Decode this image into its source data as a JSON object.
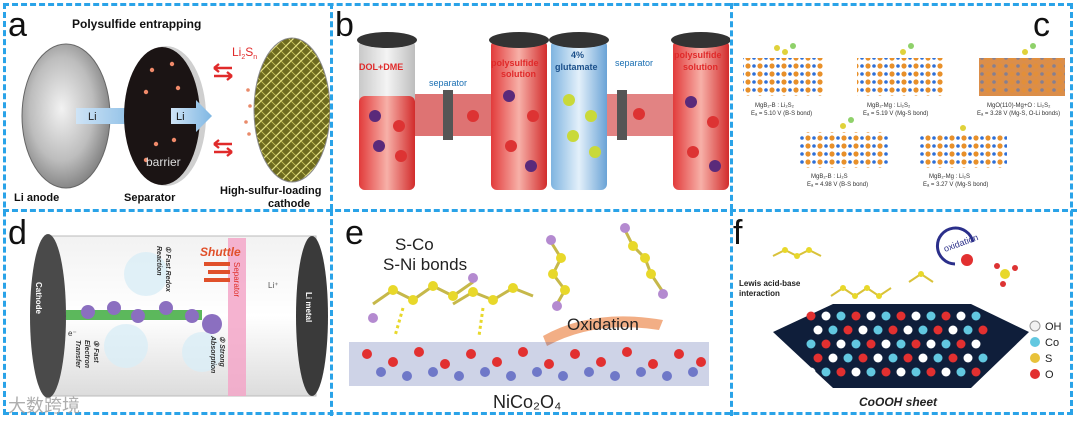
{
  "panels": {
    "a": {
      "label": "a",
      "title": "Polysulfide entrapping",
      "li_anode": "Li anode",
      "separator": "Separator",
      "cathode": "High-sulfur-loading cathode",
      "cathode_line1": "High-sulfur-loading",
      "cathode_line2": "cathode",
      "li_ion": "Li",
      "barrier": "barrier",
      "lisn": "Li",
      "lisn_sub1": "2",
      "lisn_sub2": "n",
      "lisn_s": "S"
    },
    "b": {
      "label": "b",
      "tube1": "DOL+DME",
      "sep1": "separator",
      "tube2_line1": "polysulfide",
      "tube2_line2": "solution",
      "tube3_line1": "4%",
      "tube3_line2": "glutamate",
      "sep2": "separator",
      "tube4_line1": "polysulfide",
      "tube4_line2": "solution"
    },
    "c": {
      "label": "c",
      "s1_name": "MgB₂-B : Li₂S₂",
      "s1_e": "Eₐ = 5.10 V (B-S bond)",
      "s2_name": "MgB₂-Mg : Li₂S₂",
      "s2_e": "Eₐ = 5.19 V (Mg-S bond)",
      "s3_name": "MgO(110)-Mg+O : Li₂S₂",
      "s3_e": "Eₐ = 3.28 V (Mg-S, O-Li bonds)",
      "s4_name": "MgB₂-B : Li₂S",
      "s4_e": "Eₐ = 4.98 V (B-S bond)",
      "s5_name": "MgB₂-Mg : Li₂S",
      "s5_e": "Eₐ = 3.27 V (Mg-S bond)"
    },
    "d": {
      "label": "d",
      "cathode": "Cathode",
      "li_metal": "Li metal",
      "separator": "Separator",
      "shuttle": "Shuttle",
      "fast_redox_1": "① Fast Redox",
      "fast_redox_2": "Reaction",
      "strong_abs_1": "② Strong",
      "strong_abs_2": "Absorption",
      "fast_et_1": "③ Fast",
      "fast_et_2": "Electron",
      "fast_et_3": "Transfer",
      "li_plus": "Li⁺",
      "e_minus": "e⁻"
    },
    "e": {
      "label": "e",
      "bonds_line1": "S-Co",
      "bonds_line2": "S-Ni bonds",
      "oxidation": "Oxidation",
      "substrate": "NiCo₂O₄"
    },
    "f": {
      "label": "f",
      "oxidation": "oxidation",
      "lewis_line1": "Lewis acid-base",
      "lewis_line2": "interaction",
      "sheet": "CoOOH sheet",
      "legend": [
        "OH",
        "Co",
        "S",
        "O"
      ]
    }
  },
  "watermark": "大数跨境",
  "colors": {
    "divider": "#2aa3e8",
    "arrow_red": "#e02a2a",
    "li_ion_blue": "#7fb7e3"
  }
}
